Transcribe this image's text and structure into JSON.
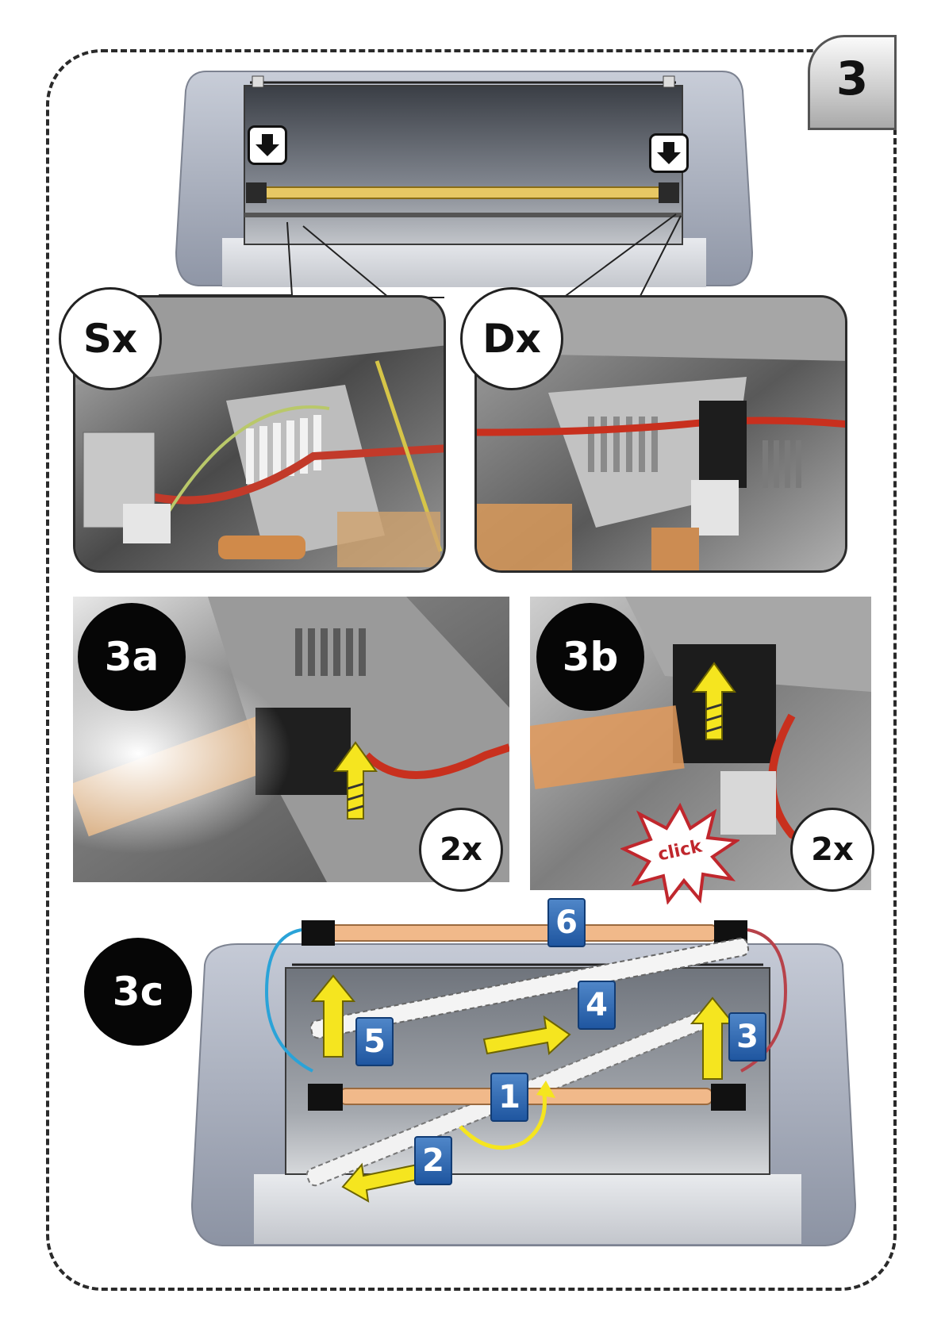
{
  "step": {
    "number": "3"
  },
  "callouts": {
    "left_label": "Sx",
    "right_label": "Dx"
  },
  "substeps": {
    "a": {
      "label": "3a",
      "repeat": "2x"
    },
    "b": {
      "label": "3b",
      "repeat": "2x",
      "click_text": "click"
    },
    "c": {
      "label": "3c"
    }
  },
  "sequence_numbers": [
    "1",
    "2",
    "3",
    "4",
    "5",
    "6"
  ],
  "colors": {
    "arrow_yellow": "#f5e51f",
    "number_blue": "#2b63b0",
    "wire_blue": "#2aa3d8",
    "wire_red": "#b7424a",
    "lamp_orange": "#f1b98a",
    "click_red": "#c0272d"
  }
}
